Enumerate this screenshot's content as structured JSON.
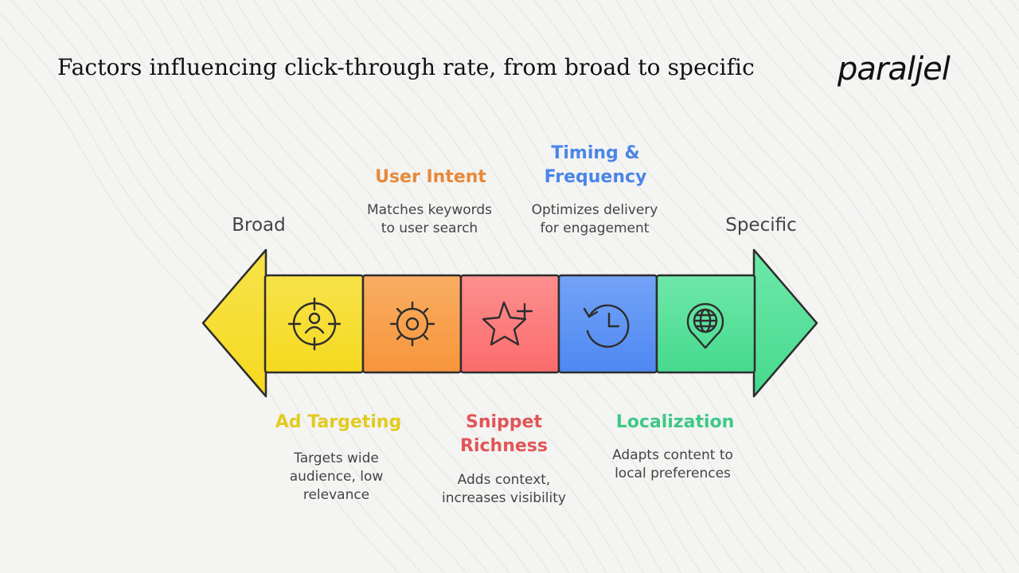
{
  "title": "Factors influencing click-through rate, from broad to specific",
  "logo": "paraljel",
  "ends": {
    "left": "Broad",
    "right": "Specific"
  },
  "factors": [
    {
      "heading": "Ad Targeting",
      "desc": "Targets wide audience, low relevance",
      "color": "#f8e030",
      "text_color": "#e2cb1f",
      "icon": "target-user-icon"
    },
    {
      "heading": "User Intent",
      "desc": "Matches keywords to user search",
      "color": "#f9a04a",
      "text_color": "#e8893a",
      "icon": "sun-icon"
    },
    {
      "heading": "Snippet Richness",
      "desc": "Adds context, increases visibility",
      "color": "#fd7a7a",
      "text_color": "#e25555",
      "icon": "star-plus-icon"
    },
    {
      "heading": "Timing & Frequency",
      "desc": "Optimizes delivery for engagement",
      "color": "#5c93f5",
      "text_color": "#4a86e8",
      "icon": "history-clock-icon"
    },
    {
      "heading": "Localization",
      "desc": "Adapts content to local preferences",
      "color": "#54e29a",
      "text_color": "#3fc887",
      "icon": "globe-pin-icon"
    }
  ]
}
